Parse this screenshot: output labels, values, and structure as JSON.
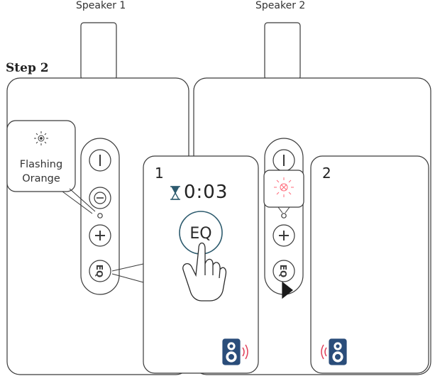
{
  "speakers": [
    {
      "label": "Speaker 1"
    },
    {
      "label": "Speaker 2"
    }
  ],
  "step_label": "Step 2",
  "callout": {
    "line1": "Flashing",
    "line2": "Orange"
  },
  "panels": [
    {
      "number": "1",
      "timer": "0:03",
      "button_label": "EQ"
    },
    {
      "number": "2"
    }
  ],
  "buttons": {
    "power": "power-icon",
    "minus": "minus-icon",
    "plus": "plus-icon",
    "eq": "EQ"
  },
  "colors": {
    "outline": "#3a3a3a",
    "speaker_icon": "#2a4d7a",
    "sound_waves": "#e0405a",
    "led_light": "#ff6a7a",
    "eq_ring": "#2d5b6e"
  }
}
